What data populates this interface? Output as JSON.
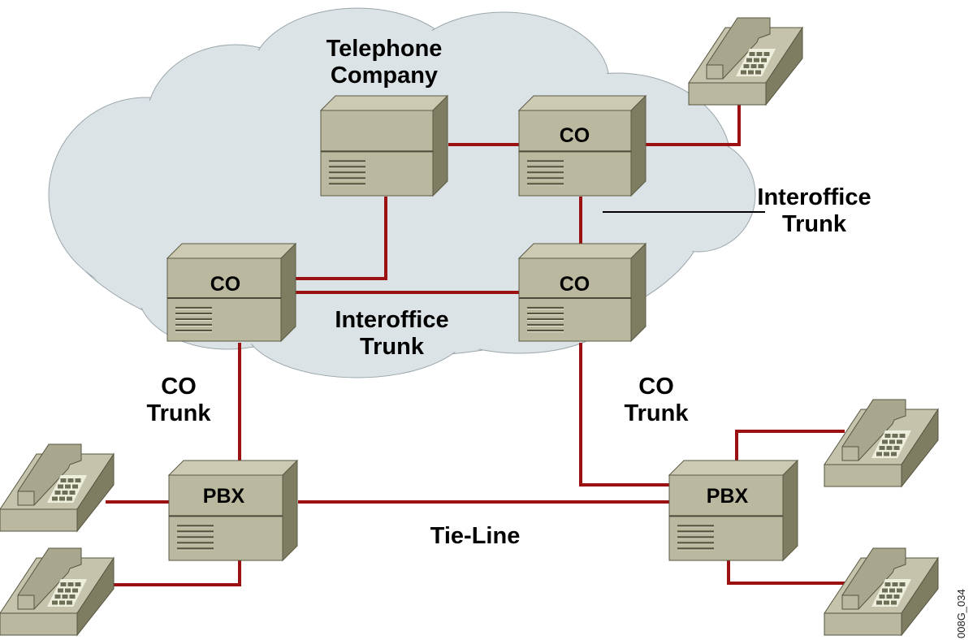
{
  "diagram": {
    "cloud_label": "Telephone\nCompany",
    "colors": {
      "cloud_fill": "#dce3e6",
      "device_front": "#bbb8a0",
      "device_top": "#cdcab4",
      "device_side": "#7e7d62",
      "link": "#9b1010"
    },
    "devices": [
      {
        "id": "switch-top",
        "label": ""
      },
      {
        "id": "co-top-right",
        "label": "CO"
      },
      {
        "id": "co-left",
        "label": "CO"
      },
      {
        "id": "co-right",
        "label": "CO"
      },
      {
        "id": "pbx-left",
        "label": "PBX"
      },
      {
        "id": "pbx-right",
        "label": "PBX"
      }
    ],
    "labels": {
      "interoffice_right": "Interoffice\nTrunk",
      "interoffice_center": "Interoffice\nTrunk",
      "co_trunk_left": "CO\nTrunk",
      "co_trunk_right": "CO\nTrunk",
      "tie_line": "Tie-Line"
    },
    "figure_code": "008G_034"
  }
}
